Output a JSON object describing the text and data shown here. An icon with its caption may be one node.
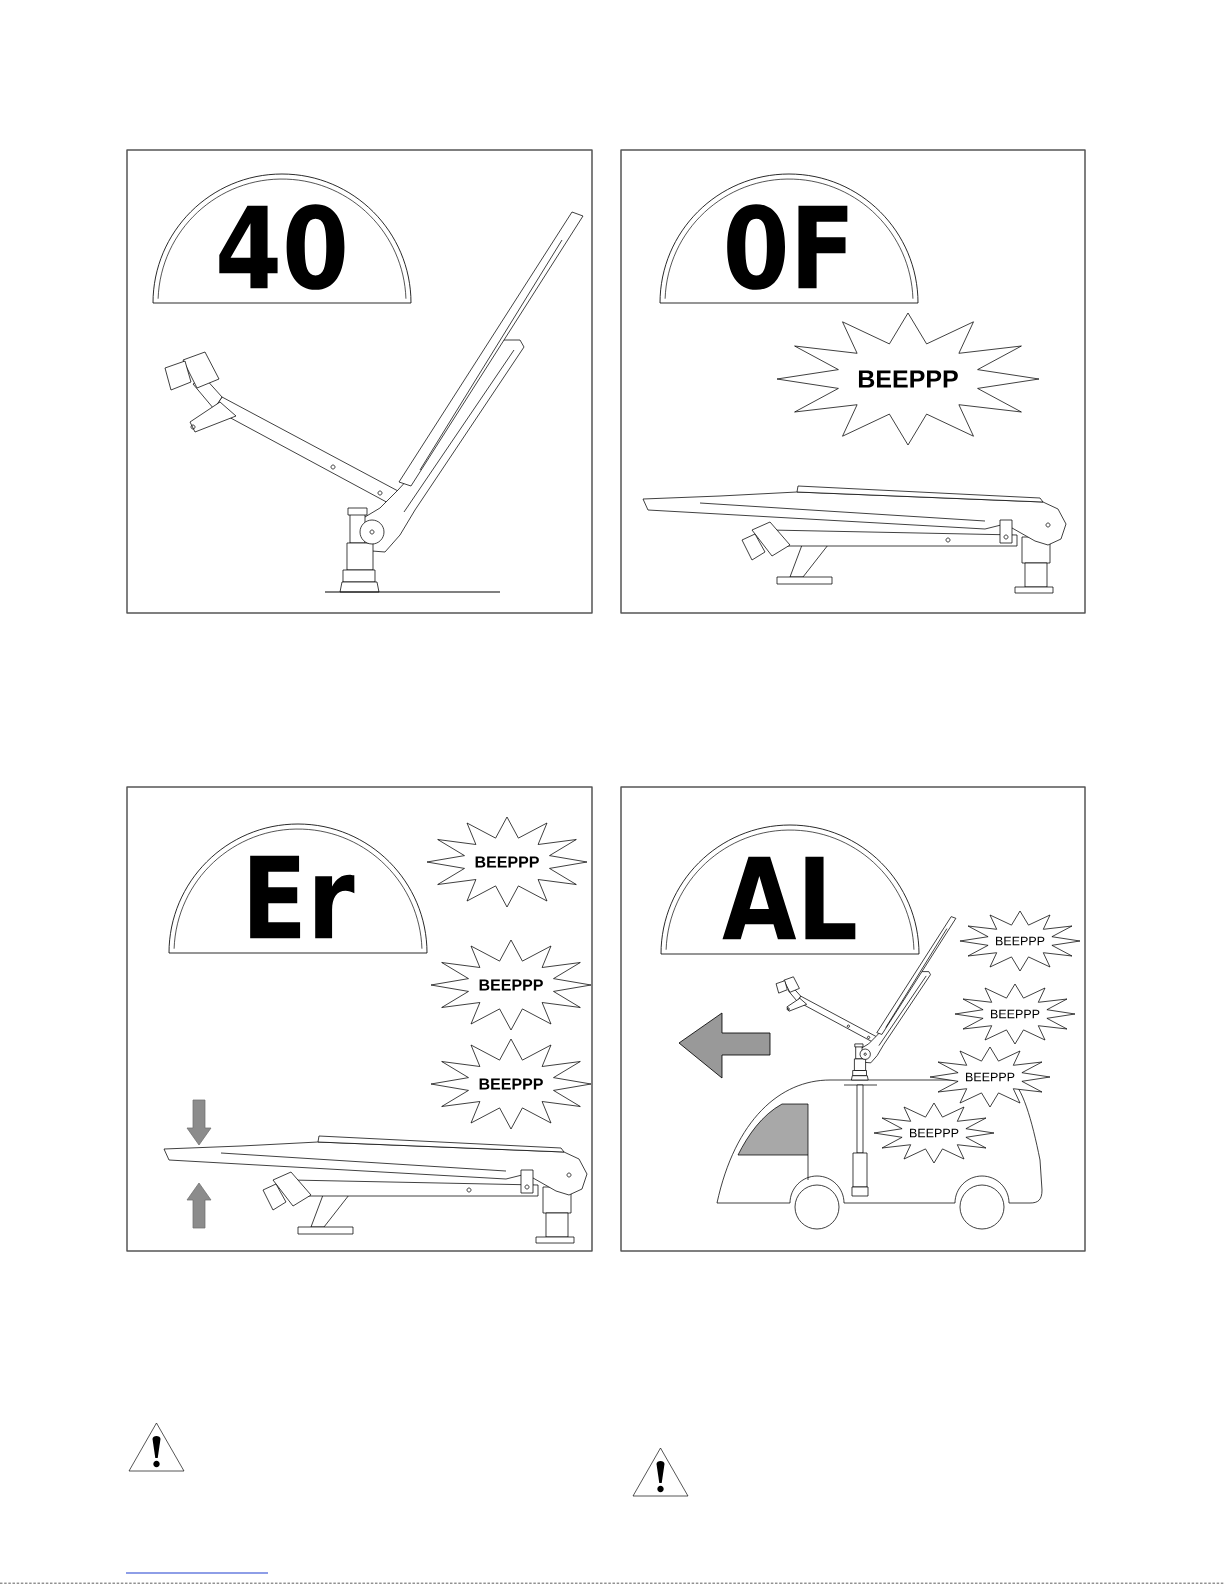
{
  "diagram": {
    "nodes": [
      {
        "text": [],
        "shape": "box"
      },
      {
        "text": [
          "40"
        ],
        "in": 0
      },
      {
        "text": [],
        "shape": "box"
      },
      {
        "text": [
          "0F"
        ],
        "in": 2
      },
      {
        "text": [
          "BEEPPP"
        ],
        "in": 2
      },
      {
        "text": [],
        "shape": "box"
      },
      {
        "text": [
          "Er"
        ],
        "in": 5
      },
      {
        "text": [
          "BEEPPP"
        ],
        "in": 5
      },
      {
        "text": [
          "BEEPPP"
        ],
        "in": 5
      },
      {
        "text": [
          "BEEPPP"
        ],
        "in": 5
      },
      {
        "text": [],
        "shape": "box"
      },
      {
        "text": [
          "AL"
        ],
        "in": 10
      },
      {
        "text": [
          "BEEPPP"
        ],
        "in": 10
      },
      {
        "text": [
          "BEEPPP"
        ],
        "in": 10
      },
      {
        "text": [
          "BEEPPP"
        ],
        "in": 10
      },
      {
        "text": [
          "BEEPPP"
        ],
        "in": 10
      }
    ]
  }
}
